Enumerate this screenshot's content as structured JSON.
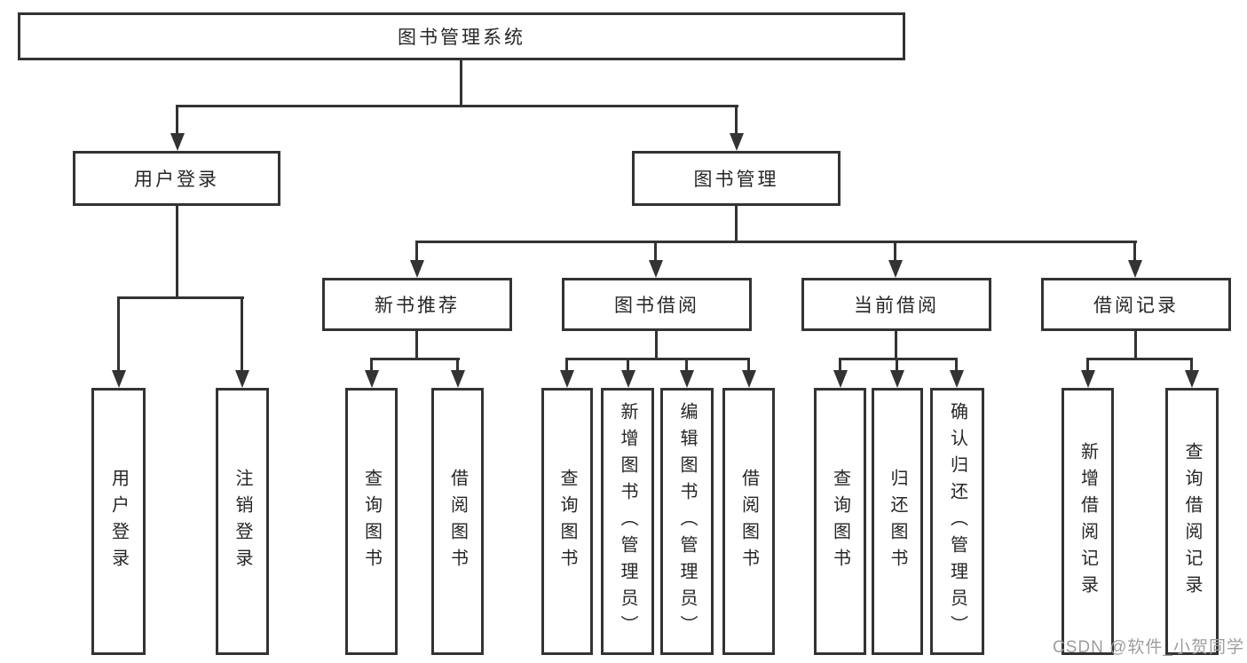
{
  "diagram": {
    "tree": {
      "label": "图书管理系统",
      "children": [
        {
          "label": "用户登录",
          "children": [
            {
              "label": "用户登录"
            },
            {
              "label": "注销登录"
            }
          ]
        },
        {
          "label": "图书管理",
          "children": [
            {
              "label": "新书推荐",
              "children": [
                {
                  "label": "查询图书"
                },
                {
                  "label": "借阅图书"
                }
              ]
            },
            {
              "label": "图书借阅",
              "children": [
                {
                  "label": "查询图书"
                },
                {
                  "label": "新增图书（管理员）"
                },
                {
                  "label": "编辑图书（管理员）"
                },
                {
                  "label": "借阅图书"
                }
              ]
            },
            {
              "label": "当前借阅",
              "children": [
                {
                  "label": "查询图书"
                },
                {
                  "label": "归还图书"
                },
                {
                  "label": "确认归还（管理员）"
                }
              ]
            },
            {
              "label": "借阅记录",
              "children": [
                {
                  "label": "新增借阅记录"
                },
                {
                  "label": "查询借阅记录"
                }
              ]
            }
          ]
        }
      ]
    },
    "colors": {
      "line": "#333333",
      "text": "#262626",
      "watermark_text": "#9e9e9e",
      "background": "#ffffff"
    }
  },
  "watermark": {
    "text": "CSDN @软件_小贺同学"
  }
}
